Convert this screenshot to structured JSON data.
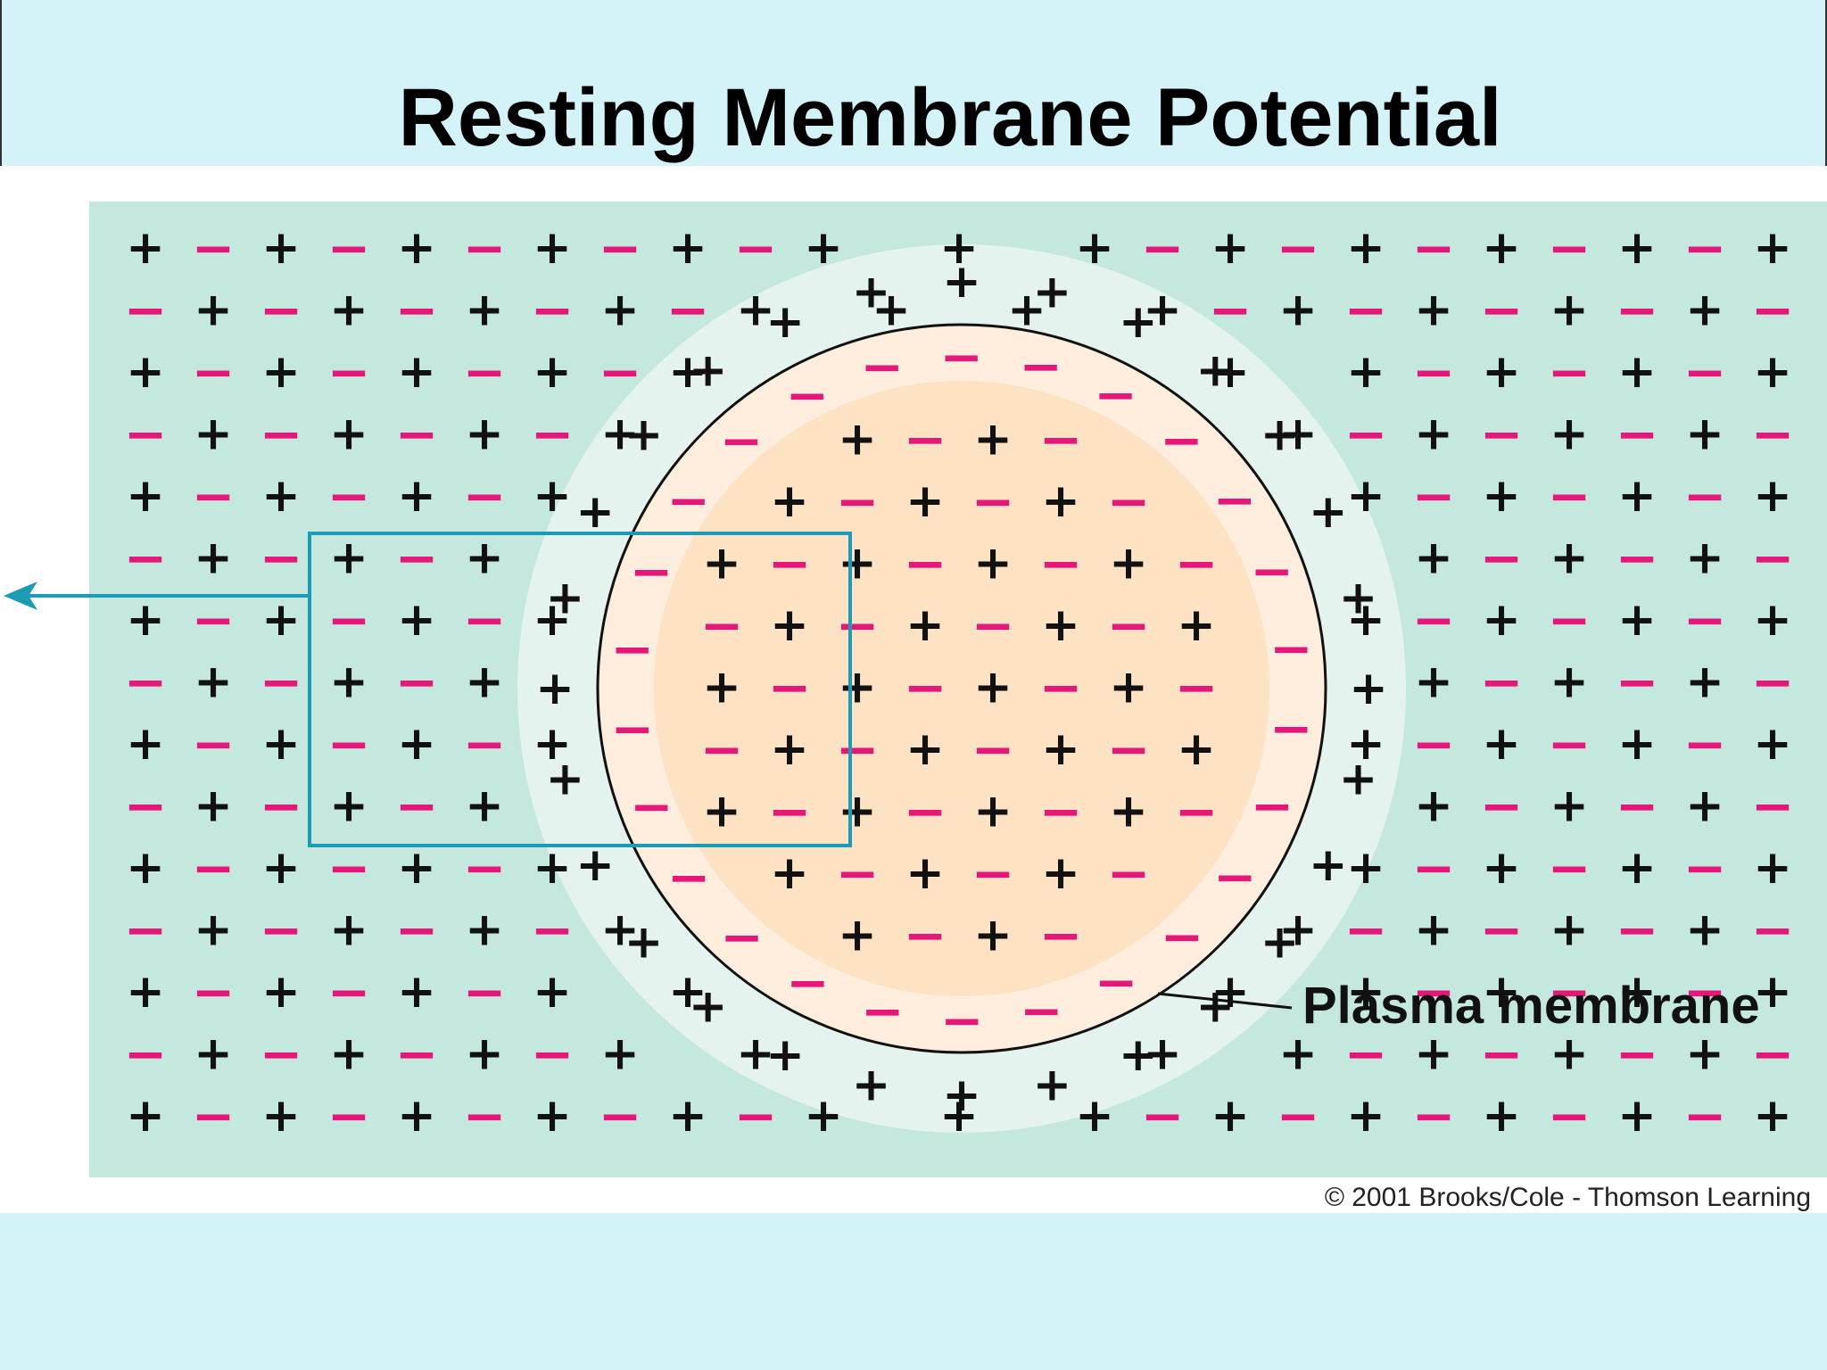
{
  "slide": {
    "title": "Resting Membrane Potential"
  },
  "diagram": {
    "membrane_label": "Plasma membrane",
    "copyright": "© 2001 Brooks/Cole - Thomson Learning",
    "charge_symbols": {
      "positive": "+",
      "negative": "−"
    },
    "colors": {
      "background": "#d4f3f8",
      "extracellular": "#c5e8de",
      "cytoplasm": "#fde2c4",
      "inner_membrane_zone": "#ffeedd",
      "halo": "#e4f3ee",
      "negative_charge": "#e6177a",
      "positive_charge": "#111111",
      "highlight_box": "#1b9bb5"
    },
    "icons": [
      "left-arrow-icon"
    ]
  }
}
